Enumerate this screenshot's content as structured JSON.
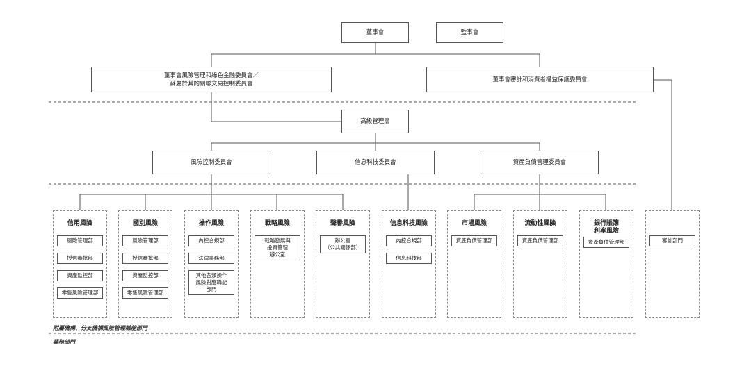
{
  "top": {
    "board": "董事會",
    "supervisors": "監事會"
  },
  "committees": {
    "risk": "董事會風險管理和綠色金融委員會／\n蘇屬於其的關聯交易控制委員會",
    "audit": "董事會審計和消費者權益保護委員會"
  },
  "senior_management": "高級管理層",
  "sub_committees": [
    "風險控制委員會",
    "信息科技委員會",
    "資產負債管理委員會"
  ],
  "columns": [
    {
      "title": "信用風險",
      "items": [
        "風險管理部",
        "授信審批部",
        "資產監控部",
        "零售風險管理部"
      ]
    },
    {
      "title": "國別風險",
      "items": [
        "風險管理部",
        "授信審批部",
        "資產監控部",
        "零售風險管理部"
      ]
    },
    {
      "title": "操作風險",
      "items": [
        "內控合規部",
        "法律事務部",
        "其他各類操作\n風險對應職能\n部門"
      ]
    },
    {
      "title": "戰略風險",
      "items": [
        "戰略發展與\n投資管理\n辦公室"
      ]
    },
    {
      "title": "聲譽風險",
      "items": [
        "辦公室\n（公共關係部）"
      ]
    },
    {
      "title": "信息科技風險",
      "items": [
        "內控合規部",
        "信息科技部"
      ]
    },
    {
      "title": "市場風險",
      "items": [
        "資產負債管理部"
      ]
    },
    {
      "title": "流動性風險",
      "items": [
        "資產負債管理部"
      ]
    },
    {
      "title": "銀行賬簿\n利率風險",
      "items": [
        "資產負債管理部"
      ]
    },
    {
      "title": "",
      "items": [
        "審計部門"
      ]
    }
  ],
  "footer": {
    "line1": "附屬機構、分支機構風險管理職能部門",
    "line2": "業務部門"
  }
}
